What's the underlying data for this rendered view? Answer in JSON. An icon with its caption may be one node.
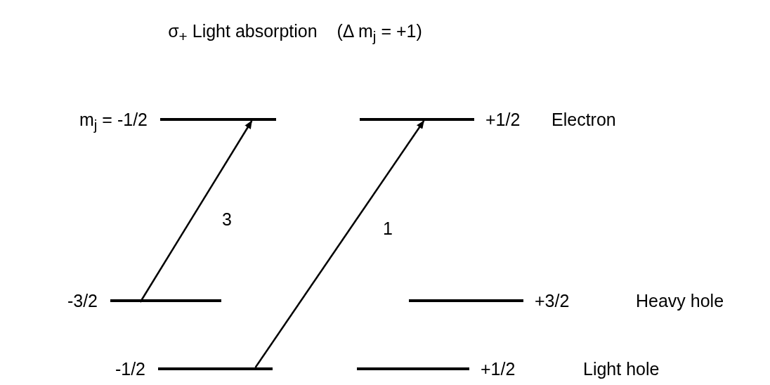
{
  "diagram": {
    "title": "σ$_{+}$ Light absorption    (Δ m$_{j}$ = +1)",
    "nodes": [
      {
        "text": [],
        "shape": "bar",
        "beside": [
          "m$_{j}$ = -1/2"
        ]
      },
      {
        "text": [],
        "shape": "bar",
        "beside": [
          "+1/2"
        ]
      },
      {
        "text": [],
        "shape": "bar",
        "beside": [
          "-3/2"
        ]
      },
      {
        "text": [],
        "shape": "bar",
        "beside": [
          "+3/2"
        ]
      },
      {
        "text": [],
        "shape": "bar",
        "beside": [
          "-1/2"
        ]
      },
      {
        "text": [],
        "shape": "bar",
        "beside": [
          "+1/2"
        ]
      }
    ],
    "edges": [
      {
        "from": 2,
        "to": 0,
        "arrow": "to",
        "label": "3"
      },
      {
        "from": 4,
        "to": 1,
        "arrow": "to",
        "label": "1"
      }
    ],
    "labels": [
      "Electron",
      "Heavy hole",
      "Light hole"
    ]
  }
}
